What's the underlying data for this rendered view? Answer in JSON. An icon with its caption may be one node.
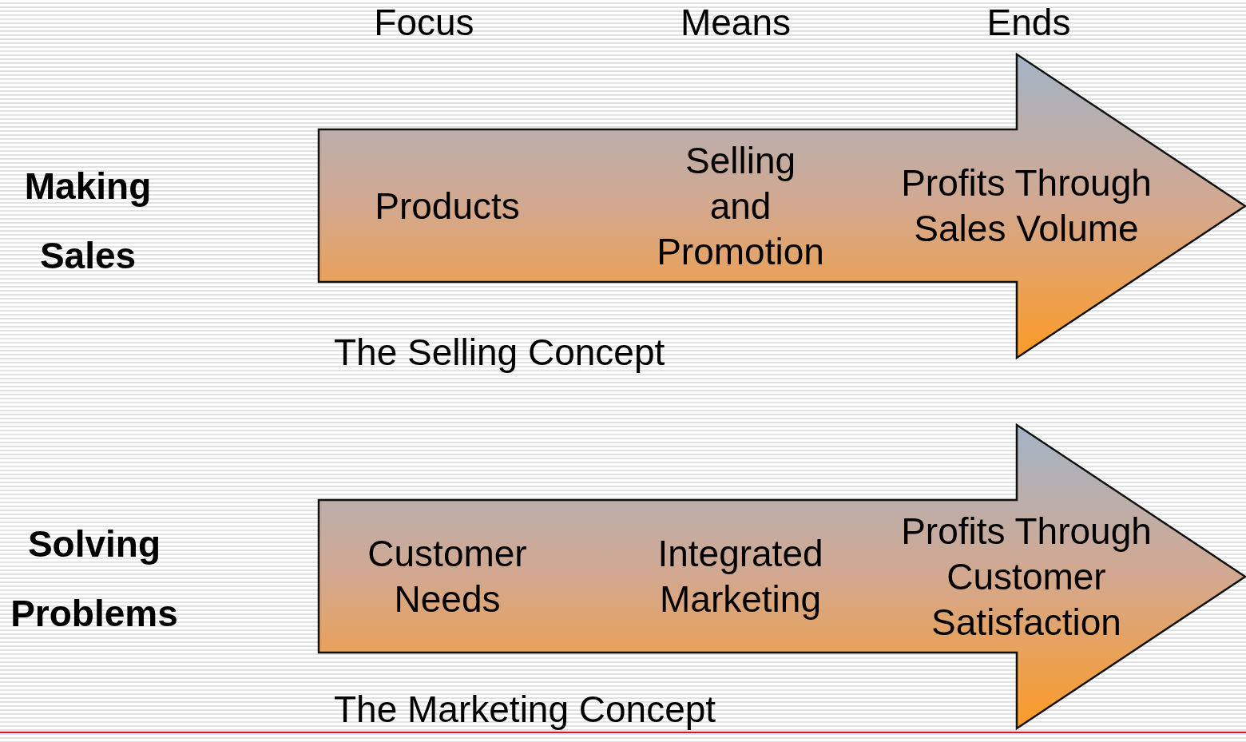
{
  "diagram": {
    "nodes": [
      {
        "text": [
          "Products",
          "Selling and Promotion",
          "Profits Through Sales Volume"
        ],
        "beside": [
          "The Selling Concept"
        ]
      },
      {
        "text": [
          "Customer Needs",
          "Integrated Marketing",
          "Profits Through Customer Satisfaction"
        ],
        "beside": [
          "The Marketing Concept"
        ]
      }
    ],
    "labels": [
      "Focus",
      "Means",
      "Ends",
      "Making Sales",
      "Solving Problems"
    ]
  }
}
